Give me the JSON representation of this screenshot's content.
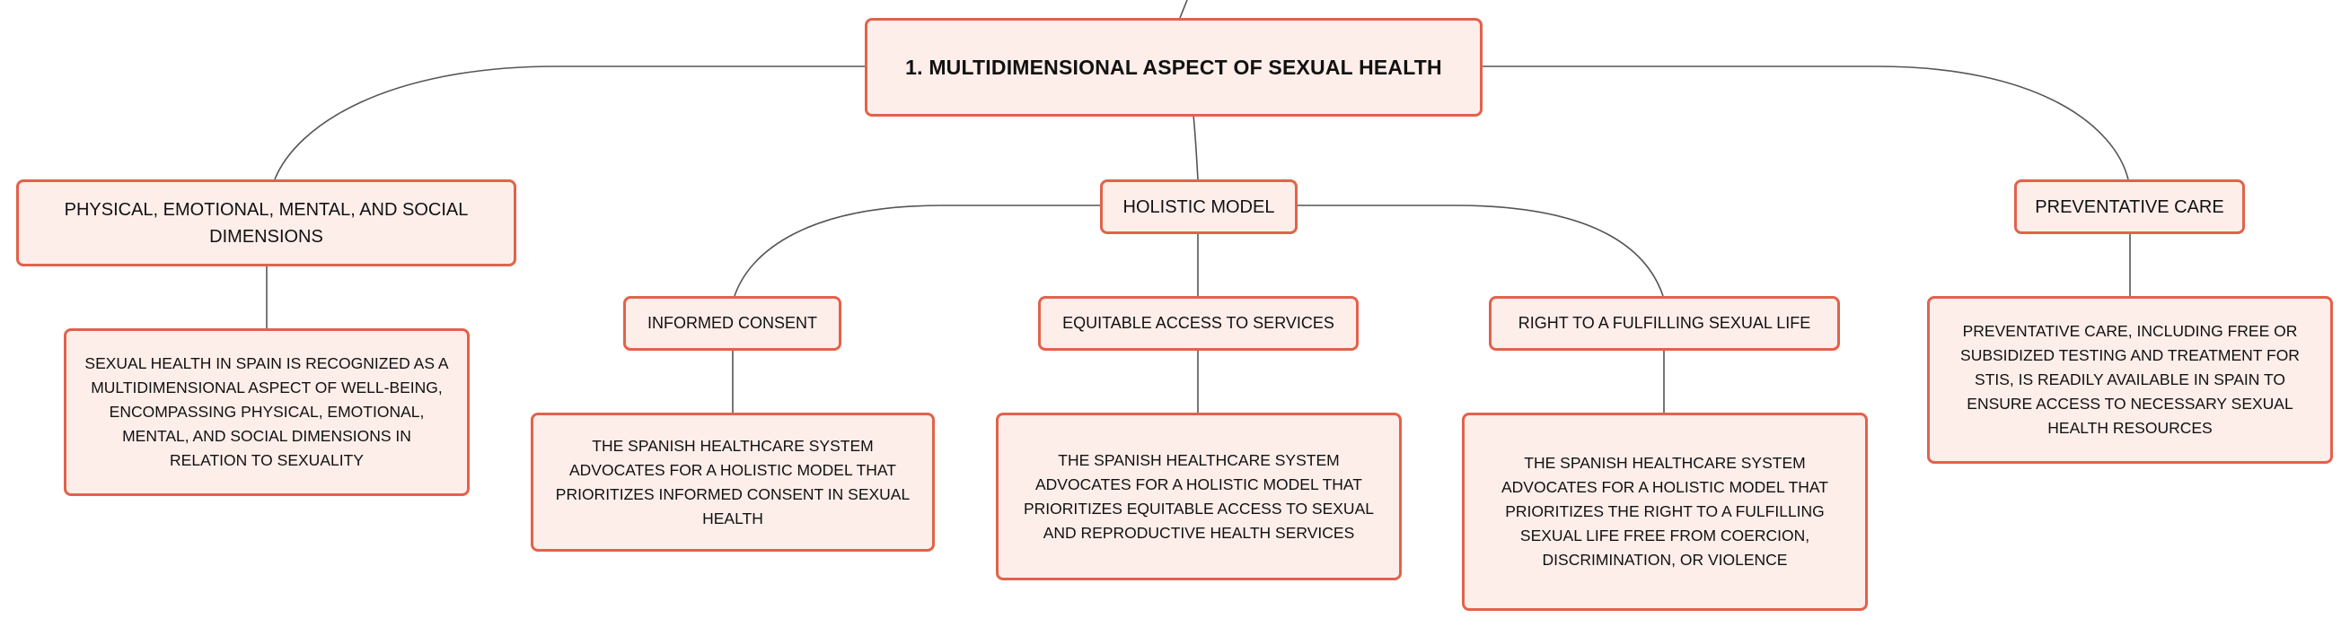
{
  "colors": {
    "node_fill": "#fdeeea",
    "node_border": "#e2624b",
    "connector": "#555555",
    "text": "#111111"
  },
  "mindmap": {
    "root": {
      "label": "1. MULTIDIMENSIONAL ASPECT OF SEXUAL HEALTH"
    },
    "branches": [
      {
        "label": "PHYSICAL, EMOTIONAL, MENTAL, AND SOCIAL DIMENSIONS",
        "description": "SEXUAL HEALTH IN SPAIN IS RECOGNIZED AS A MULTIDIMENSIONAL ASPECT OF WELL-BEING, ENCOMPASSING PHYSICAL, EMOTIONAL, MENTAL, AND SOCIAL DIMENSIONS IN RELATION TO SEXUALITY"
      },
      {
        "label": "HOLISTIC MODEL",
        "children": [
          {
            "label": "INFORMED CONSENT",
            "description": "THE SPANISH HEALTHCARE SYSTEM ADVOCATES FOR A HOLISTIC MODEL THAT PRIORITIZES INFORMED CONSENT IN SEXUAL HEALTH"
          },
          {
            "label": "EQUITABLE ACCESS TO SERVICES",
            "description": "THE SPANISH HEALTHCARE SYSTEM ADVOCATES FOR A HOLISTIC MODEL THAT PRIORITIZES EQUITABLE ACCESS TO SEXUAL AND REPRODUCTIVE HEALTH SERVICES"
          },
          {
            "label": "RIGHT TO A FULFILLING SEXUAL LIFE",
            "description": "THE SPANISH HEALTHCARE SYSTEM ADVOCATES FOR A HOLISTIC MODEL THAT PRIORITIZES THE RIGHT TO A FULFILLING SEXUAL LIFE FREE FROM COERCION, DISCRIMINATION, OR VIOLENCE"
          }
        ]
      },
      {
        "label": "PREVENTATIVE CARE",
        "description": "PREVENTATIVE CARE, INCLUDING FREE OR SUBSIDIZED TESTING AND TREATMENT FOR STIS, IS READILY AVAILABLE IN SPAIN TO ENSURE ACCESS TO NECESSARY SEXUAL HEALTH RESOURCES"
      }
    ]
  }
}
